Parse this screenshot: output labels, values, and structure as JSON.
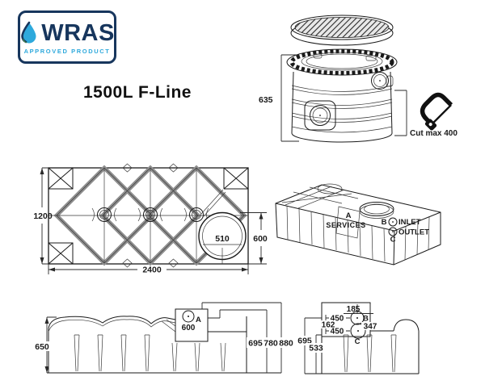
{
  "logo": {
    "brand": "WRAS",
    "subtitle": "APPROVED PRODUCT"
  },
  "title": "1500L F-Line",
  "colors": {
    "navy": "#17365d",
    "light_blue": "#2ea9dc",
    "green": "#5cb847",
    "line": "#1a1a1a",
    "band_gray": "#8f8f8f"
  },
  "neck_view": {
    "height_dim": "635",
    "cut_note": "Cut max 400"
  },
  "plan_view": {
    "width_dim": "1200",
    "length_dim": "2400",
    "lid_dim": "510",
    "neck_dim": "600"
  },
  "iso_view": {
    "service_letter": "A",
    "service_label": "SERVICES",
    "inlet_letter": "B",
    "inlet_label": "INLET",
    "outlet_label": "OUTLET",
    "outlet_letter": "C"
  },
  "side_view": {
    "height_dim": "650",
    "neck_letter": "A",
    "neck_dim": "600",
    "heights": [
      "695",
      "780",
      "880"
    ]
  },
  "end_view": {
    "top_dim": "185",
    "inlet_dim": "450",
    "gap_dim": "162",
    "outlet_dim": "450",
    "mid_dim": "347",
    "height_a": "695",
    "height_b": "533",
    "inlet_letter": "B",
    "outlet_letter": "C"
  }
}
